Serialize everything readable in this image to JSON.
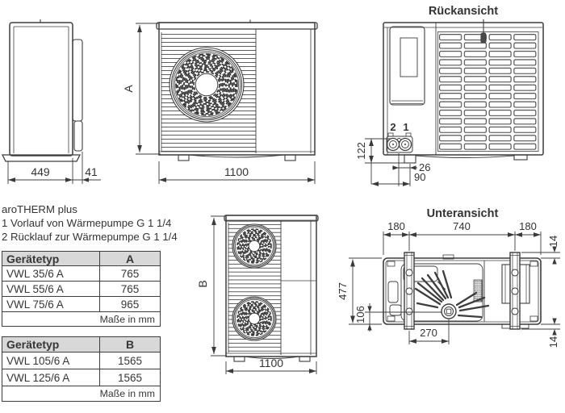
{
  "legend": {
    "product_line": "aroTHERM plus",
    "item1": "1 Vorlauf von Wärmepumpe G 1 1/4",
    "item2": "2 Rücklauf zur Wärmepumpe G 1 1/4"
  },
  "views": {
    "side_view": {
      "dim_depth": "449",
      "dim_wall_clearance": "41"
    },
    "front_view_small": {
      "dim_height_label": "A",
      "dim_width": "1100"
    },
    "rear_view": {
      "title": "Rückansicht",
      "port2_label": "2",
      "port1_label": "1",
      "dim_port_height": "122",
      "dim_port_spacing": "26",
      "dim_port_offset": "90"
    },
    "front_view_large": {
      "dim_height_label": "B",
      "dim_width": "1100"
    },
    "bottom_view": {
      "title": "Unteransicht",
      "dim_margin_left": "180",
      "dim_rail_spacing": "740",
      "dim_margin_right": "180",
      "dim_rail_inset_top": "14",
      "dim_depth": "477",
      "dim_drain_offset_y": "106",
      "dim_drain_offset_x": "270",
      "dim_rail_inset_bottom": "14"
    }
  },
  "tables": [
    {
      "header": [
        "Gerätetyp",
        "A"
      ],
      "rows": [
        [
          "VWL 35/6 A",
          "765"
        ],
        [
          "VWL 55/6 A",
          "765"
        ],
        [
          "VWL 75/6 A",
          "965"
        ]
      ],
      "footer": "Maße in mm"
    },
    {
      "header": [
        "Gerätetyp",
        "B"
      ],
      "rows": [
        [
          "VWL 105/6 A",
          "1565"
        ],
        [
          "VWL 125/6 A",
          "1565"
        ]
      ],
      "footer": "Maße in mm"
    }
  ]
}
